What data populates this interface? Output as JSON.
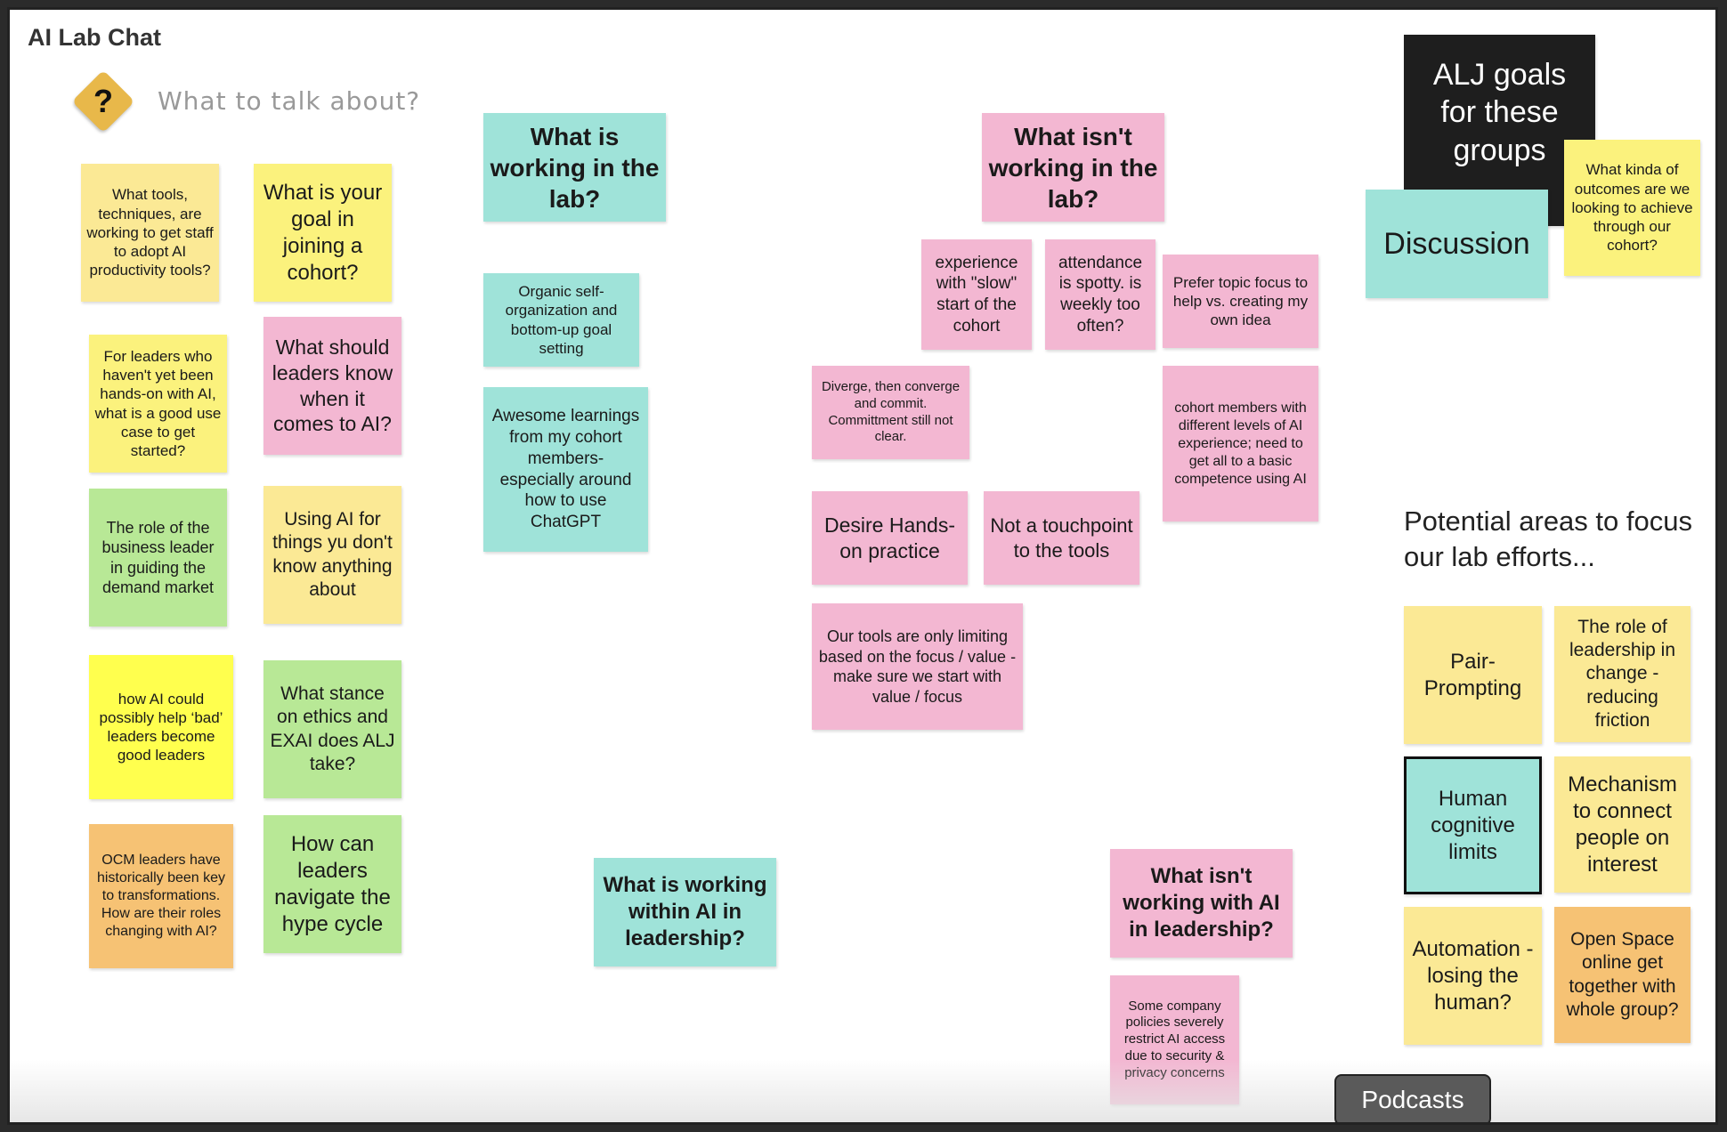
{
  "board": {
    "title": "AI Lab Chat",
    "prompt_label": "What to talk about?",
    "prompt_icon_glyph": "?"
  },
  "notes": {
    "tools_techniques": "What tools, techniques, are working to get staff to adopt AI productivity tools?",
    "goal_joining": "What is your goal in joining a cohort?",
    "leaders_hands_on": "For leaders who haven't yet been hands-on with AI, what is a good use case to get started?",
    "leaders_know": "What should leaders know when it comes to AI?",
    "role_business_leader": "The role of the business leader in guiding the demand market",
    "using_ai_unknown": "Using AI for things yu don't know anything about",
    "bad_leaders": "how AI could possibly help ‘bad’ leaders become good leaders",
    "ethics_exai": "What stance on ethics and EXAI does ALJ take?",
    "ocm_leaders": "OCM leaders have historically been key to transformations. How are their roles changing with AI?",
    "hype_cycle": "How can leaders navigate the hype cycle",
    "working_lab_header": "What is working in the lab?",
    "organic_self_org": "Organic self-organization and bottom-up goal setting",
    "awesome_learnings": "Awesome learnings from my cohort members- especially around how to use ChatGPT",
    "working_leadership_header": "What is working within AI in leadership?",
    "not_working_lab_header": "What isn't working in the lab?",
    "slow_start": "experience with \"slow\" start of the cohort",
    "attendance_spotty": "attendance is spotty. is weekly too often?",
    "prefer_topic_focus": "Prefer topic focus to help vs. creating my own idea",
    "diverge_converge": "Diverge, then converge and commit. Committment still not clear.",
    "cohort_levels": "cohort members with different levels of AI experience; need to get all to a basic competence using AI",
    "desire_hands_on": "Desire Hands-on practice",
    "not_touchpoint": "Not a touchpoint to the tools",
    "tools_limiting": "Our tools are only limiting based on the focus / value - make sure we start with value / focus",
    "not_working_leadership_header": "What isn't working with AI in leadership?",
    "company_policies": "Some company policies severely restrict AI access due to security & privacy concerns",
    "alj_goals": "ALJ goals for these groups",
    "discussion": "Discussion",
    "outcomes": "What kinda of outcomes are we looking to achieve through our cohort?",
    "pair_prompting": "Pair-Prompting",
    "role_leadership_change": "The role of leadership in change - reducing friction",
    "human_cognitive": "Human cognitive limits",
    "mechanism_connect": "Mechanism to connect people on interest",
    "automation_losing": "Automation - losing the human?",
    "open_space": "Open Space online get together with whole group?"
  },
  "focus_heading": "Potential areas to focus our lab efforts...",
  "podcasts_label": "Podcasts",
  "colors": {
    "yellow": "#fbf27d",
    "teal": "#9fe3d9",
    "pink": "#f3b7d2",
    "green": "#b8e896",
    "orange": "#f6c274",
    "black": "#1e1e1e"
  }
}
